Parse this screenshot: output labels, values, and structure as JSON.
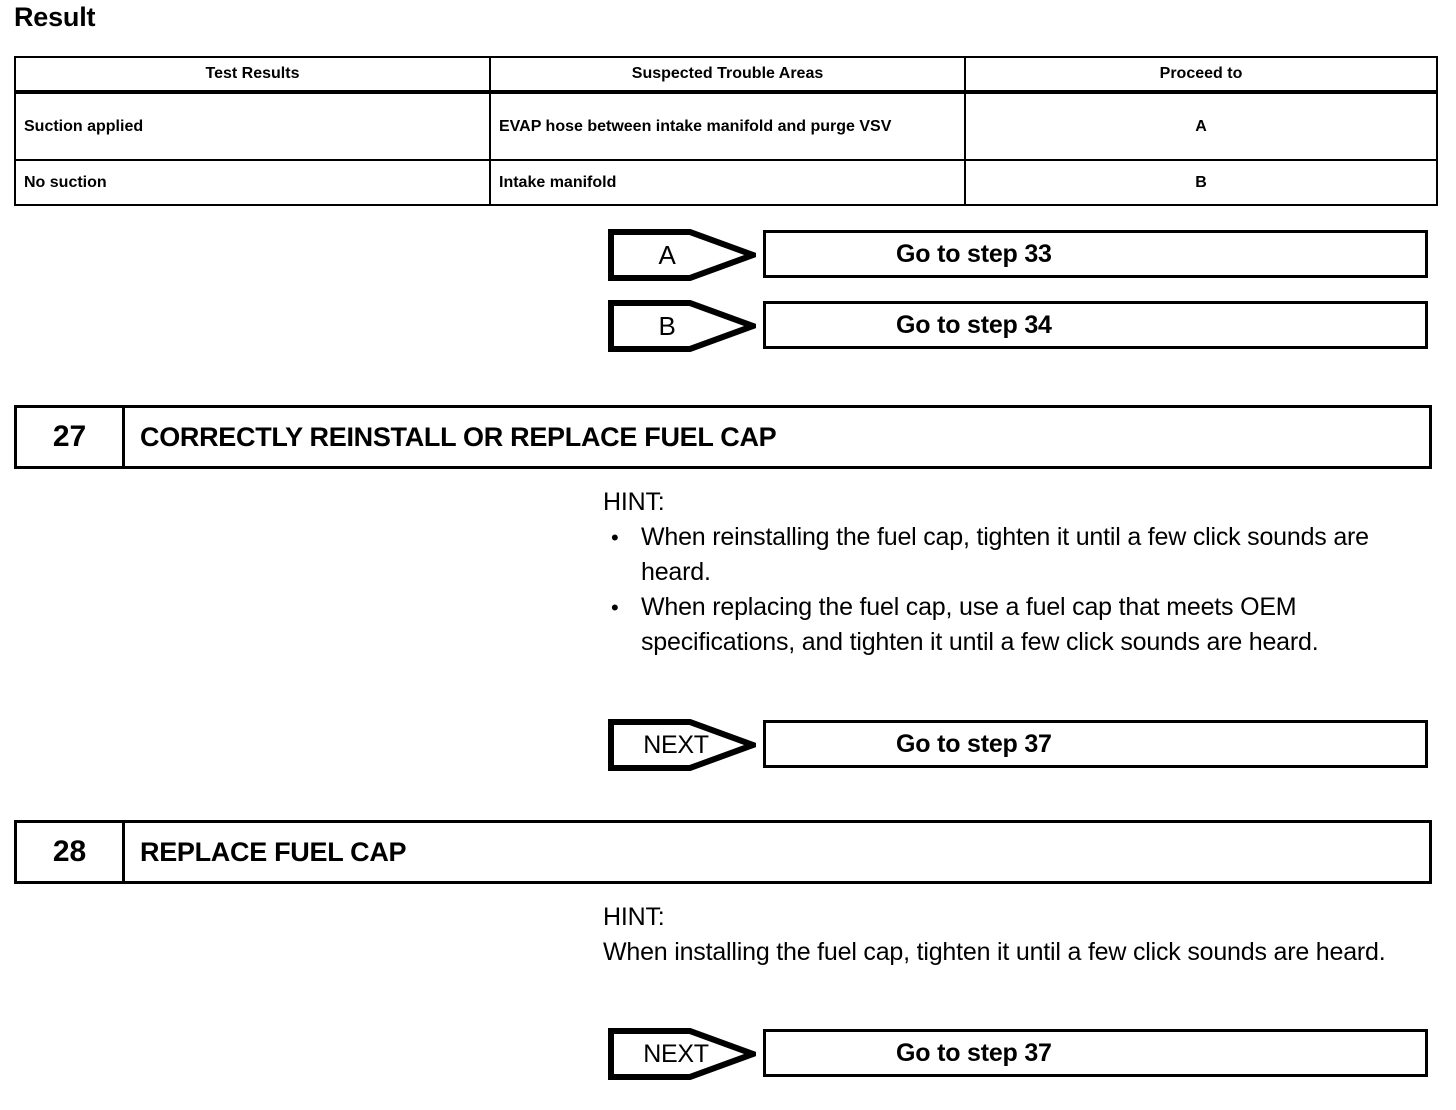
{
  "page": {
    "title": "Result"
  },
  "result_table": {
    "headers": [
      "Test Results",
      "Suspected Trouble Areas",
      "Proceed to"
    ],
    "rows": [
      {
        "test_result": "Suction applied",
        "trouble_area": "EVAP hose between intake manifold and purge VSV",
        "proceed_to": "A"
      },
      {
        "test_result": "No suction",
        "trouble_area": "Intake manifold",
        "proceed_to": "B"
      }
    ]
  },
  "flows": [
    {
      "tag": "A",
      "action": "Go to step 33"
    },
    {
      "tag": "B",
      "action": "Go to step 34"
    }
  ],
  "steps": [
    {
      "number": "27",
      "title": "CORRECTLY REINSTALL OR REPLACE FUEL CAP",
      "hint_label": "HINT:",
      "bullets": [
        "When reinstalling the fuel cap, tighten it until a few click sounds are heard.",
        "When replacing the fuel cap, use a fuel cap that meets OEM specifications, and tighten it until a few click sounds are heard."
      ],
      "next": {
        "tag": "NEXT",
        "action": "Go to step 37"
      }
    },
    {
      "number": "28",
      "title": "REPLACE FUEL CAP",
      "hint_label": "HINT:",
      "paragraph": "When installing the fuel cap, tighten it until a few click sounds are heard.",
      "next": {
        "tag": "NEXT",
        "action": "Go to step 37"
      }
    }
  ],
  "symbols": {
    "bullet": "•"
  },
  "colors": {
    "ink": "#000000",
    "paper": "#ffffff"
  }
}
